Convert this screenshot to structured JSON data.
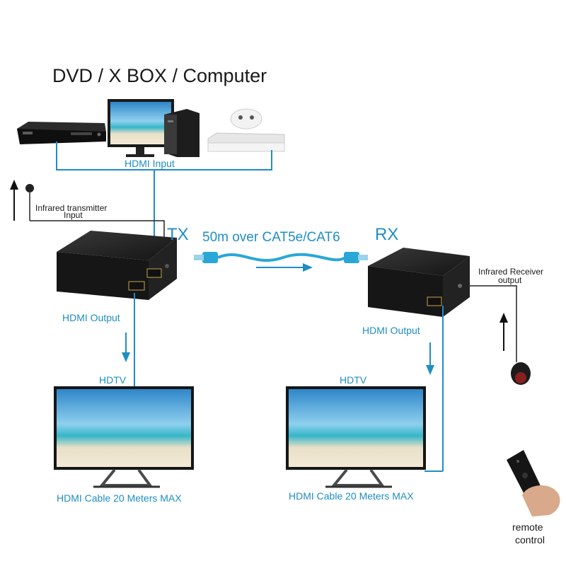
{
  "title": "DVD / X BOX / Computer",
  "labels": {
    "hdmi_input": "HDMI Input",
    "ir_transmitter_line1": "Infrared transmitter",
    "ir_transmitter_line2": "Input",
    "tx": "TX",
    "link": "50m over CAT5e/CAT6",
    "rx": "RX",
    "ir_receiver_line1": "Infrared Receiver",
    "ir_receiver_line2": "output",
    "hdmi_output_left": "HDMI Output",
    "hdmi_output_right": "HDMI Output",
    "hdtv_left": "HDTV",
    "hdtv_right": "HDTV",
    "cable_left": "HDMI Cable 20 Meters MAX",
    "cable_right": "HDMI Cable 20 Meters MAX",
    "remote_line1": "remote",
    "remote_line2": "control"
  },
  "colors": {
    "cable_blue": "#1f8dc4",
    "device_dark": "#1b1b1b",
    "text_dark": "#1a1a1a"
  },
  "icons": [
    "dvd-player-icon",
    "computer-monitor-icon",
    "pc-tower-icon",
    "xbox-console-icon",
    "transmitter-box-icon",
    "receiver-box-icon",
    "ethernet-cable-icon",
    "hdtv-icon",
    "ir-receiver-eye-icon",
    "ir-transmitter-icon",
    "remote-control-icon"
  ]
}
